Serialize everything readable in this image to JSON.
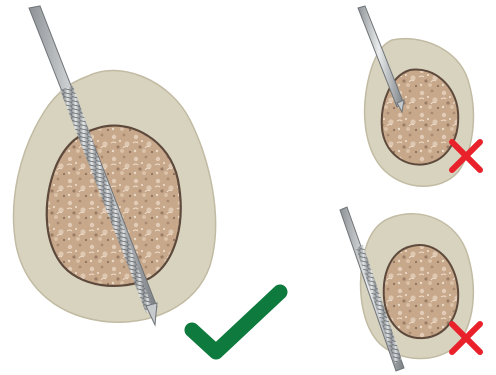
{
  "figure": {
    "panels": [
      {
        "id": "correct",
        "verdict": "correct",
        "mark_icon": "checkmark-icon",
        "mark_color": "#0e7a3e"
      },
      {
        "id": "wrong-top",
        "verdict": "incorrect",
        "mark_icon": "cross-icon",
        "mark_color": "#e8212a"
      },
      {
        "id": "wrong-bottom",
        "verdict": "incorrect",
        "mark_icon": "cross-icon",
        "mark_color": "#e8212a"
      }
    ],
    "colors": {
      "cortical_bone": "#d8d3bf",
      "cortical_edge": "#b9b29b",
      "cancellous_bone": "#c9a98c",
      "cancellous_edge": "#5e4a3c",
      "pin": "#b9bcbf",
      "pin_dark": "#6f7478"
    }
  }
}
